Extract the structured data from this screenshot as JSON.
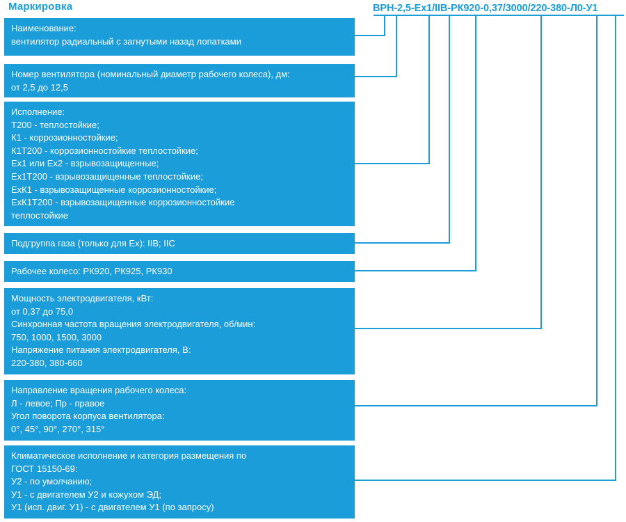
{
  "title": "Маркировка",
  "marking_code": "ВРН-2,5-Ex1/IIB-РК920-0,37/3000/220-380-Л0-У1",
  "accent_color": "#1b9dd9",
  "text_color": "#ffffff",
  "background_color": "#ffffff",
  "code_segments": [
    {
      "key": "name",
      "text": "ВРН"
    },
    {
      "key": "fan_number",
      "text": "2,5"
    },
    {
      "key": "execution",
      "text": "Ex1"
    },
    {
      "key": "gas_subgroup",
      "text": "IIB"
    },
    {
      "key": "impeller",
      "text": "РК920"
    },
    {
      "key": "motor",
      "text": "0,37/3000/220-380"
    },
    {
      "key": "rotation",
      "text": "Л0"
    },
    {
      "key": "climate",
      "text": "У1"
    }
  ],
  "blocks": [
    {
      "id": "name",
      "lines": [
        "Наименование:",
        "вентилятор радиальный с загнутыми назад лопатками"
      ]
    },
    {
      "id": "fan-number",
      "lines": [
        "Номер вентилятора (номинальный диаметр рабочего колеса), дм:",
        "от 2,5 до 12,5"
      ]
    },
    {
      "id": "execution",
      "lines": [
        "Исполнение:",
        "Т200 - теплостойкие;",
        "К1 - коррозионностойкие;",
        "К1Т200 - коррозионностойкие теплостойкие;",
        "Ex1 или Ex2 - взрывозащищенные;",
        "Ex1Т200 - взрывозащищенные теплостойкие;",
        "ExК1 - взрывозащищенные коррозионностойкие;",
        "ExК1Т200 - взрывозащищенные коррозионностойкие",
        "теплостойкие"
      ]
    },
    {
      "id": "gas-subgroup",
      "lines": [
        "Подгруппа газа (только для Ex): IIB; IIC"
      ]
    },
    {
      "id": "impeller",
      "lines": [
        "Рабочее колесо: РК920, РК925, РК930"
      ]
    },
    {
      "id": "motor",
      "lines": [
        "Мощность электродвигателя, кВт:",
        "от 0,37 до 75,0",
        "Синхронная частота вращения электродвигателя, об/мин:",
        "750, 1000, 1500, 3000",
        "Напряжение питания электродвигателя, В:",
        "220-380, 380-660"
      ]
    },
    {
      "id": "rotation",
      "lines": [
        "Направление вращения рабочего колеса:",
        "Л - левое; Пр - правое",
        "Угол поворота корпуса вентилятора:",
        "0°, 45°, 90°, 270°, 315°"
      ]
    },
    {
      "id": "climate",
      "lines": [
        "Климатическое исполнение и категория размещения по",
        "ГОСТ 15150-69:",
        "У2 - по умолчанию;",
        "У1 - с двигателем У2 и кожухом ЭД;",
        "У1 (исп. двиг. У1) - с двигателем У1 (по запросу)"
      ]
    }
  ]
}
